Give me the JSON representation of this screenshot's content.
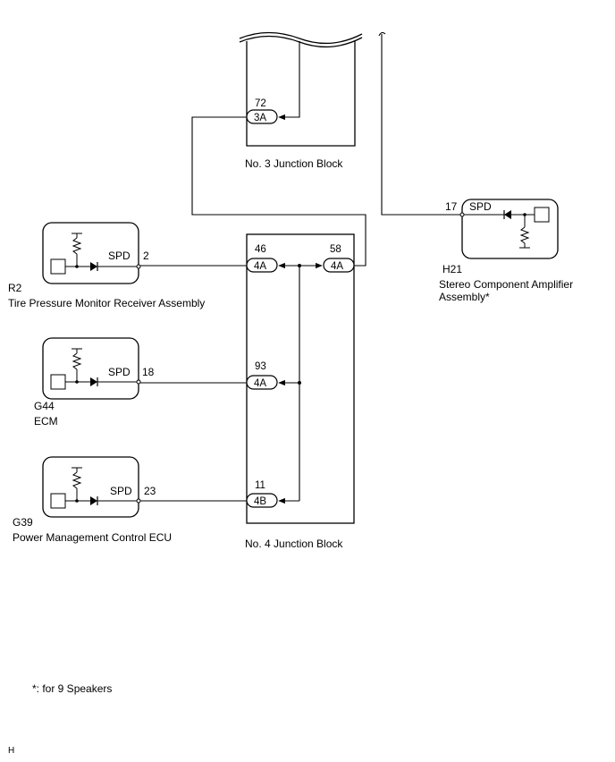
{
  "junction_blocks": {
    "jb3": {
      "label": "No. 3 Junction Block",
      "terminal": {
        "pin": "72",
        "connector": "3A"
      }
    },
    "jb4": {
      "label": "No. 4 Junction Block",
      "terminals": [
        {
          "pin": "46",
          "connector": "4A"
        },
        {
          "pin": "58",
          "connector": "4A"
        },
        {
          "pin": "93",
          "connector": "4A"
        },
        {
          "pin": "11",
          "connector": "4B"
        }
      ]
    }
  },
  "components": {
    "r2": {
      "code": "R2",
      "name": "Tire Pressure Monitor Receiver Assembly",
      "signal": "SPD",
      "pin": "2"
    },
    "g44": {
      "code": "G44",
      "name": "ECM",
      "signal": "SPD",
      "pin": "18"
    },
    "g39": {
      "code": "G39",
      "name": "Power Management Control ECU",
      "signal": "SPD",
      "pin": "23"
    },
    "h21": {
      "code": "H21",
      "name_line1": "Stereo Component Amplifier",
      "name_line2": "Assembly*",
      "signal": "SPD",
      "pin": "17"
    }
  },
  "footnote": "*: for 9 Speakers",
  "corner_mark": "H",
  "colors": {
    "line": "#000000",
    "background": "#ffffff"
  }
}
